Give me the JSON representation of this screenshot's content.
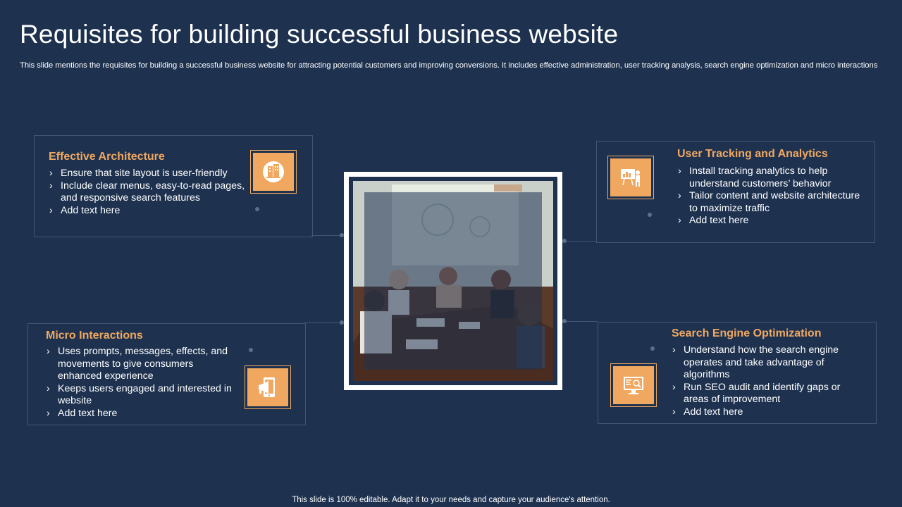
{
  "title": "Requisites for building successful business website",
  "subtitle": "This slide mentions the requisites for building a successful business website for attracting potential customers and improving conversions. It includes effective administration, user tracking analysis, search engine optimization and micro interactions",
  "cards": [
    {
      "title": "Effective Architecture",
      "icon": "building-icon",
      "bullets": [
        "Ensure that site layout is user-friendly",
        "Include clear menus, easy-to-read pages, and responsive search features",
        "Add text here"
      ]
    },
    {
      "title": "User Tracking and Analytics",
      "icon": "presentation-icon",
      "bullets": [
        "Install tracking analytics to help understand customers’ behavior",
        "Tailor content and website architecture to maximize traffic",
        "Add text here"
      ]
    },
    {
      "title": "Micro Interactions",
      "icon": "mobile-megaphone-icon",
      "bullets": [
        "Uses prompts, messages, effects, and movements to give consumers enhanced experience",
        "Keeps users engaged and interested in website",
        "Add text here"
      ]
    },
    {
      "title": "Search Engine Optimization",
      "icon": "monitor-search-icon",
      "bullets": [
        "Understand how the search engine operates and take advantage of algorithms",
        "Run SEO audit and identify gaps or areas of improvement",
        "Add text here"
      ]
    }
  ],
  "footer": "This slide is 100% editable. Adapt it to your needs and capture your audience's attention.",
  "colors": {
    "background": "#1e3250",
    "accent": "#f0a860",
    "border": "#3f5676"
  }
}
